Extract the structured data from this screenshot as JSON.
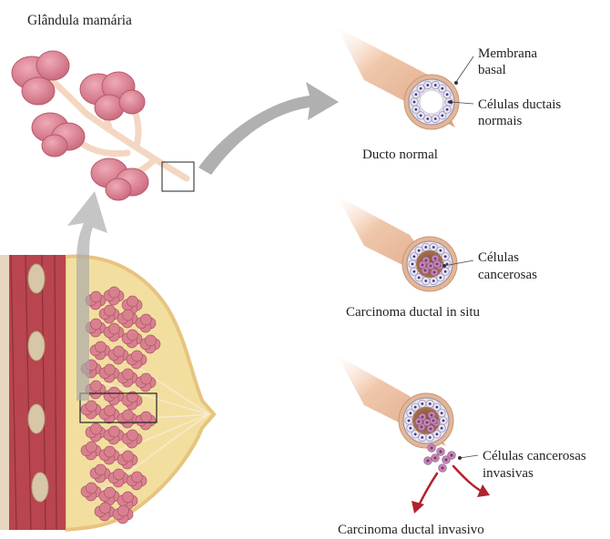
{
  "title": "Glândula mamária",
  "normal": {
    "caption": "Ducto normal",
    "membrane_line1": "Membrana",
    "membrane_line2": "basal",
    "cells_line1": "Células ductais",
    "cells_line2": "normais"
  },
  "insitu": {
    "caption": "Carcinoma ductal in situ",
    "cells_line1": "Células",
    "cells_line2": "cancerosas"
  },
  "invasive": {
    "caption": "Carcinoma ductal invasivo",
    "cells_line1": "Células cancerosas",
    "cells_line2": "invasivas"
  },
  "colors": {
    "duct_tan": "#e8b99a",
    "gland_pink": "#d47a8a",
    "muscle_red": "#b8454f",
    "breast_fat": "#f2dfa0",
    "arrow_gray": "#a8a8a8",
    "invasion_red": "#b0232e"
  }
}
